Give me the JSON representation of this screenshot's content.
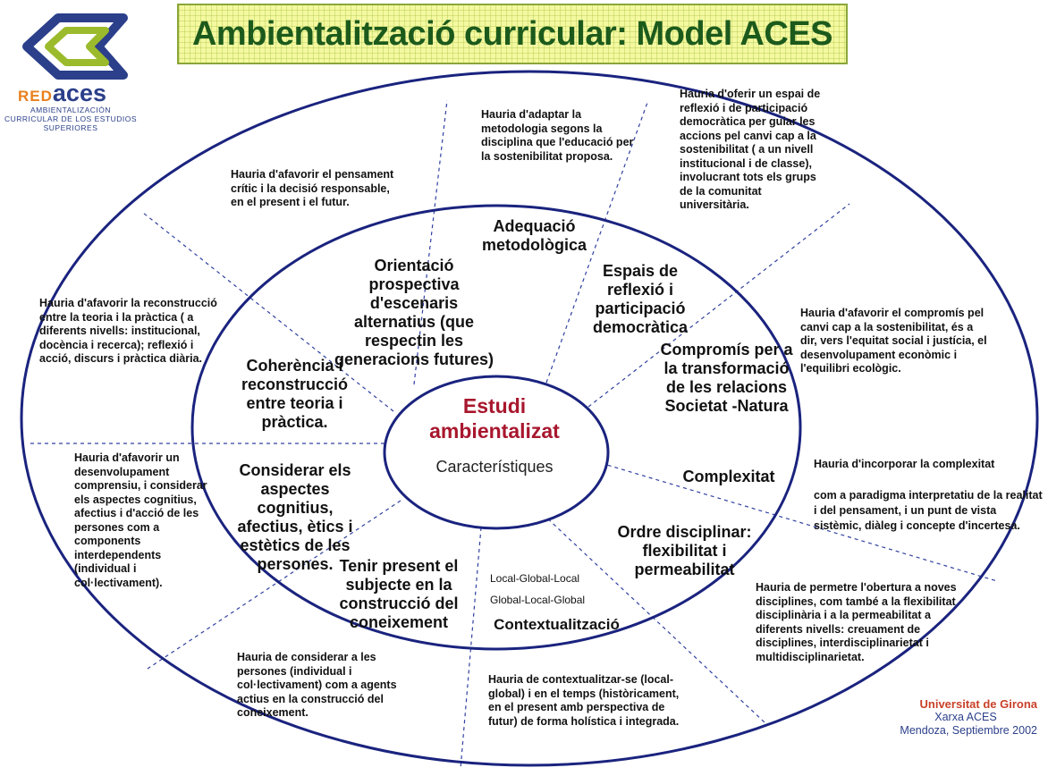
{
  "title": "Ambientalització curricular: Model ACES",
  "logo": {
    "brand_red": "RED",
    "brand_aces": "aces",
    "tagline": "AMBIENTALIZACIÓN CURRICULAR DE LOS ESTUDIOS SUPERIORES"
  },
  "center": {
    "title": "Estudi ambientalizat",
    "subtitle": "Característiques"
  },
  "middle_ring": {
    "adequacio": "Adequació metodològica",
    "espais": "Espais de reflexió i participació democràtica",
    "compromis": "Compromís per a la transformació de les relacions Societat -Natura",
    "orientacio": "Orientació prospectiva d'escenaris alternatius (que respectin les generacions futures)",
    "coherencia": "Coherència i reconstrucció entre teoria i pràctica.",
    "considerar": "Considerar els aspectes cognitius, afectius, ètics i estètics de les persones.",
    "tenir": "Tenir present el subjecte en la construcció del coneixement",
    "complexitat": "Complexitat",
    "ordre": "Ordre disciplinar: flexibilitat i permeabilitat",
    "local_global": "Local-Global-Local",
    "global_local": "Global-Local-Global",
    "contextualitzacio": "Contextualització"
  },
  "outer_ring": {
    "metodologia": "Hauria d'adaptar la metodologia segons la disciplina que l'educació per la sostenibilitat proposa.",
    "espai": "Hauria d'oferir un espai de reflexió i de participació democràtica per guiar les accions pel canvi cap a la sostenibilitat ( a un nivell institucional i de classe), involucrant tots els grups de la comunitat universitària.",
    "pensament": "Hauria d'afavorir el pensament crític i la decisió responsable, en el present i el futur.",
    "reconstruccio": "Hauria d'afavorir la reconstrucció entre la teoria i la pràctica ( a diferents nivells: institucional, docència i recerca); reflexió i acció, discurs i pràctica diària.",
    "compromis": "Hauria d'afavorir el compromís pel canvi cap a la sostenibilitat, és a dir, vers l'equitat social i justícia, el desenvolupament econòmic i l'equilibri ecològic.",
    "complexitat_a": "Hauria d'incorporar la complexitat",
    "complexitat_b": "com a paradigma interpretatiu de la realitat i del pensament, i un punt de vista sistèmic, diàleg i concepte d'incertesa.",
    "desenvolupament": "Hauria d'afavorir un desenvolupament comprensiu, i considerar els aspectes cognitius, afectius i d'acció de les persones com a components interdependents (individual i col·lectivament).",
    "obertura": "Hauria de permetre l'obertura a noves disciplines, com també a la flexibilitat disciplinària i a la permeabilitat a diferents nivells: creuament de disciplines, interdisciplinarietat i multidisciplinarietat.",
    "persones": "Hauria de considerar a les persones (individual i col·lectivament) com a agents actius en la construcció del coneixement.",
    "contextualitzar": "Hauria de contextualitzar-se (local-global) i en el temps (històricament, en el present amb perspectiva de futur) de forma holística i integrada."
  },
  "credit": {
    "university": "Universitat de Girona",
    "network": "Xarxa ACES",
    "place_date": "Mendoza, Septiembre 2002"
  },
  "colors": {
    "ellipse_stroke": "#1a237e",
    "divider": "#3040a0",
    "title_text": "#1c5a1c",
    "title_bg": "#f4f9a0",
    "center_title": "#a8172e",
    "credit_university": "#c9412a",
    "credit_text": "#2b3f8a"
  }
}
